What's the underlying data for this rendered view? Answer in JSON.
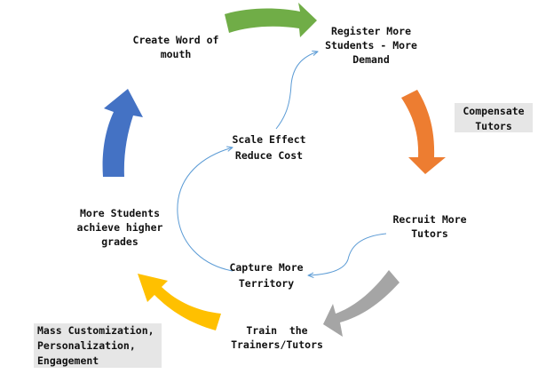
{
  "nodes": {
    "create_word_of_mouth": [
      "Create Word of",
      "mouth"
    ],
    "register_more_students": [
      "Register More",
      "Students - More",
      "Demand"
    ],
    "recruit_more_tutors": [
      "Recruit More",
      "Tutors"
    ],
    "train_trainers": [
      "Train  the",
      "Trainers/Tutors"
    ],
    "more_students_grades": [
      "More Students",
      "achieve higher",
      "grades"
    ],
    "scale_effect": [
      "Scale Effect",
      "Reduce Cost"
    ],
    "capture_territory": [
      "Capture More",
      "Territory"
    ]
  },
  "notes": {
    "compensate_tutors": [
      "Compensate",
      "Tutors"
    ],
    "mass_customization": [
      "Mass Customization,",
      "Personalization,",
      "Engagement"
    ]
  },
  "colors": {
    "green_arrow": "#70ad47",
    "orange_arrow": "#ed7d31",
    "gray_arrow": "#a5a5a5",
    "yellow_arrow": "#ffc000",
    "blue_arrow": "#4472c4",
    "connector": "#5b9bd5",
    "note_fill": "#e6e6e6"
  }
}
